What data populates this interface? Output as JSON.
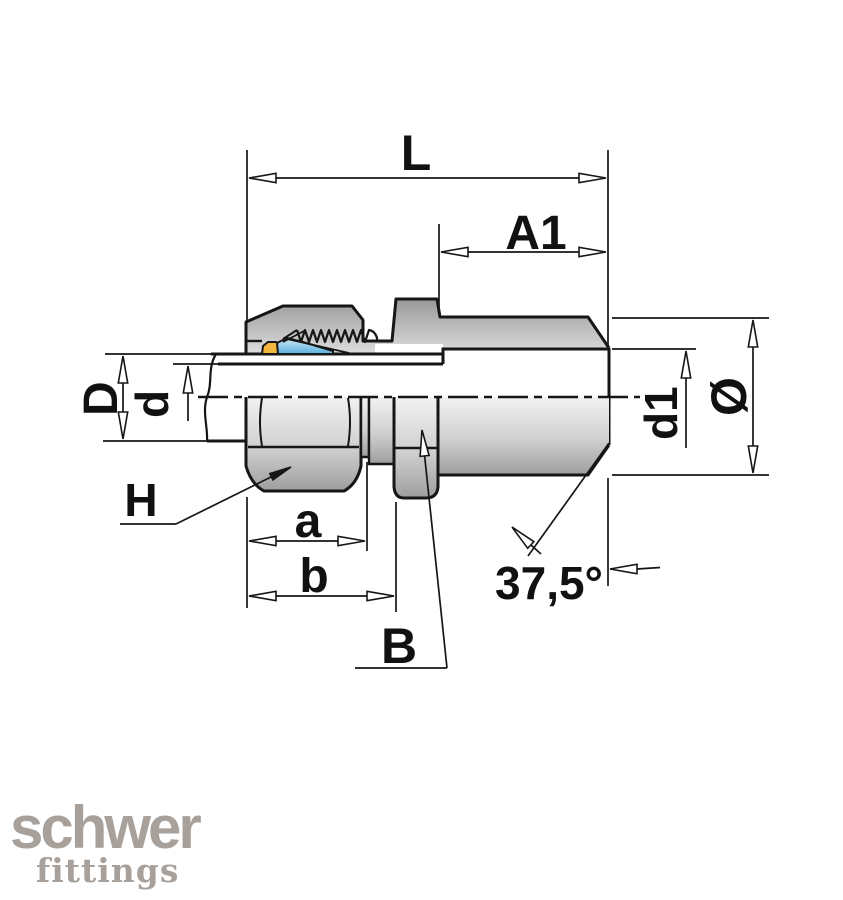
{
  "drawing": {
    "description": "Sectioned technical drawing of a male stud compression fitting",
    "labels": {
      "L": "L",
      "A1": "A1",
      "D": "D",
      "d": "d",
      "d1": "d1",
      "diameter": "Ø",
      "H": "H",
      "a": "a",
      "b": "b",
      "B": "B",
      "angle": "37,5°"
    }
  },
  "logo": {
    "brand": "schwer",
    "tagline": "fittings"
  },
  "colors": {
    "line": "#161616",
    "metal_light": "#f1f1f1",
    "metal_dark": "#9e9e9e",
    "seal_yellow": "#f1b63b",
    "ferrule_blue": "#58b0dc",
    "ferrule_blue_light": "#d2eaf7",
    "logo_gray": "#a8a19b"
  }
}
